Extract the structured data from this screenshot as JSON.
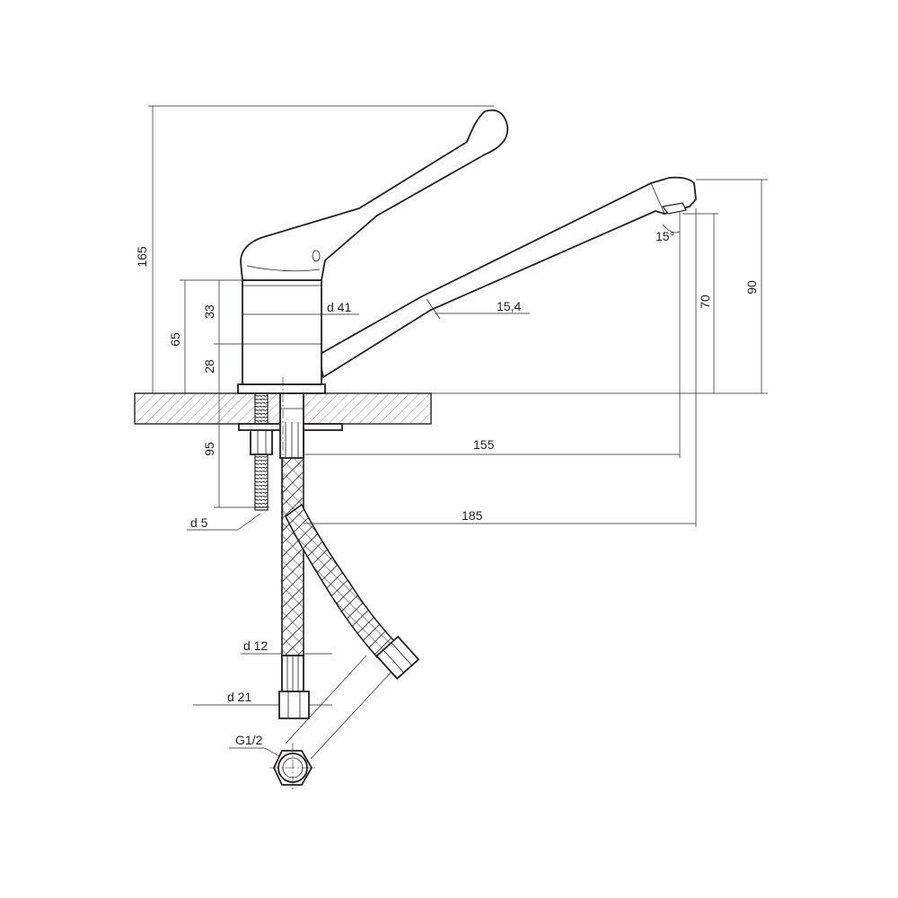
{
  "dimensions": {
    "d165": "165",
    "d90": "90",
    "d70": "70",
    "d65": "65",
    "d33": "33",
    "d28": "28",
    "d95": "95",
    "d41": "d 41",
    "d154": "15,4",
    "d155": "155",
    "d185": "185",
    "d5": "d 5",
    "d12": "d 12",
    "d21": "d 21",
    "g12": "G1/2",
    "a15": "15°"
  }
}
